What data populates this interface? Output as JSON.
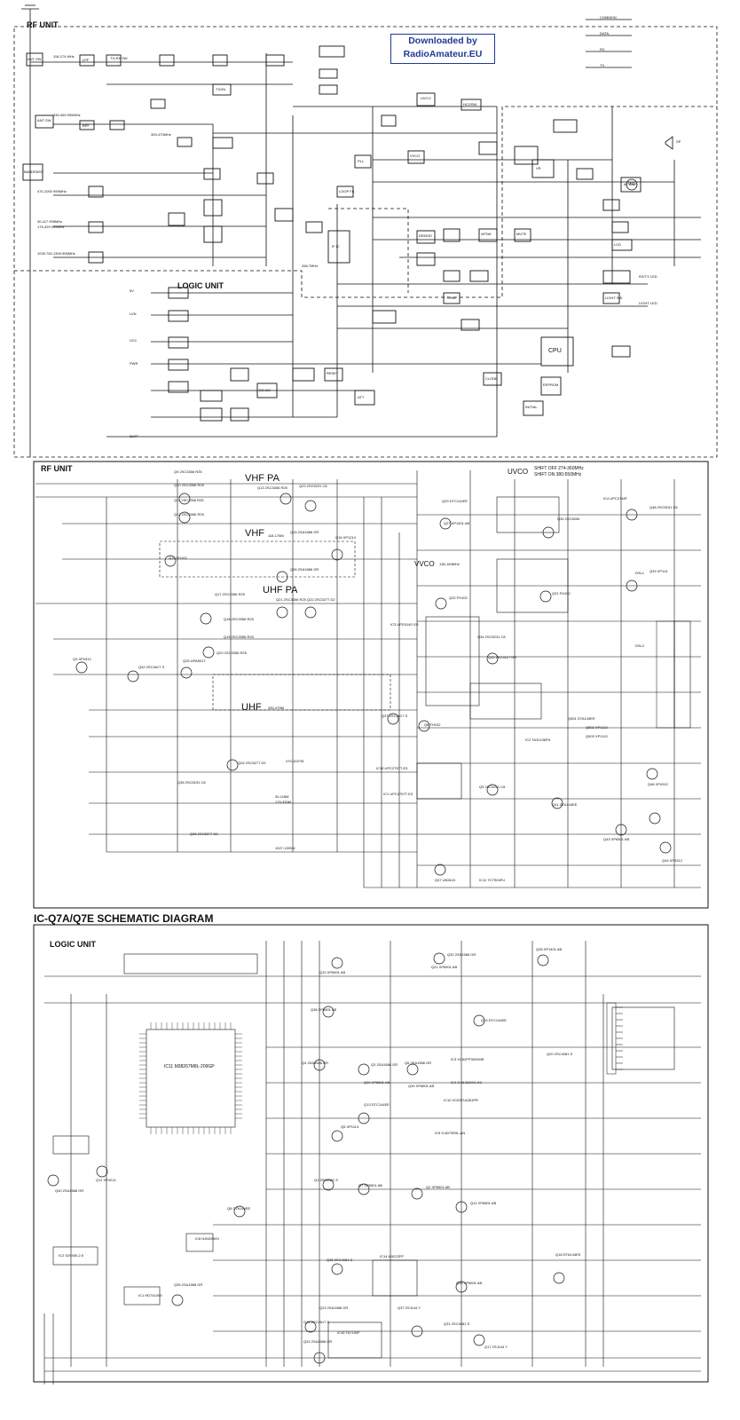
{
  "watermark": {
    "line1": "Downloaded by",
    "line2": "RadioAmateur.EU"
  },
  "block_diagram": {
    "rf_unit_title": "RF UNIT",
    "logic_unit_title": "LOGIC UNIT",
    "legend": [
      "COMMON",
      "DATA",
      "RX",
      "TX"
    ],
    "labels": [
      "ANT SW",
      "LPF",
      "BPF",
      "TX-RX SW",
      "ANT SW",
      "BANDPASS",
      "118-174 MHz",
      "330-469 995MHz",
      "300-470MHz",
      "470-1000 995MHz",
      "30-117 995MHz",
      "175-329 995MHz",
      "1026.700-1300.995MHz",
      "TXON",
      "UVCO",
      "VVCO",
      "HCOSW",
      "PLL",
      "LOOP FIL",
      "IF IC",
      "DEMOD",
      "AFSW",
      "AF AMP",
      "VR",
      "MUTE",
      "CPU",
      "EEPROM",
      "LCD",
      "TONE",
      "RESET",
      "DC-DC",
      "ATT",
      "CLONE",
      "INITIAL",
      "266.7MHz",
      "LIGHT SW",
      "RX/TX LED",
      "LIGHT LED",
      "MIC",
      "SP",
      "5V",
      "LVN",
      "VCC",
      "BATT",
      "PWR"
    ]
  },
  "rf_schematic": {
    "frame_title": "RF UNIT",
    "headings": [
      "VHF PA",
      "VHF",
      "UHF PA",
      "UHF",
      "UVCO",
      "VVCO"
    ],
    "uvco_note": [
      "SHIFT OFF 274-360MHz",
      "SHIFT ON 380-550MHz"
    ],
    "small_labels": [
      "118-175M",
      "330-475M",
      "136-183MHz",
      "470-1027M",
      "30-118M",
      "175-330M",
      "1027-1300M",
      "DSL1",
      "DSL2"
    ],
    "parts": [
      "Q9 2SC3356 R25",
      "Q10 2SC3356 R25",
      "Q11 2SC3356 R25",
      "Q12 2SC3356 R25",
      "Q13 2SC3356 R25",
      "Q23 2SC5231 C8",
      "Q15 2SA1586 GR",
      "Q16 XP1214",
      "Q14 FH102",
      "Q26 2SA1586 GR",
      "Q17 2SC3356 R25",
      "Q18 2SC3356 R25",
      "Q19 2SC3356 R25",
      "Q20 2SC3356 R25",
      "Q21 2SC3356 R25",
      "Q22 2SC5277 D2",
      "Q25 UPA801T",
      "Q42 2SC4617 S",
      "Q3 XP4312",
      "Q24 2SC5277 D2",
      "Q36 2SC5231 C8",
      "Q26 2SC5277 D2",
      "Q29 DTC144EE",
      "Q27 XP1401 AB",
      "Q30 2SC5006",
      "IC4 UPC2748T",
      "Q48 2SC5231 C8",
      "Q32 FH102",
      "Q31 FH102",
      "Q33 XP113",
      "Q34 2SC5231 C8",
      "IC3 UPD3140 GS",
      "Q45 2SC4117 GR",
      "Q37 2SC4617 S",
      "Q6 FH102",
      "IC10 UPC2757T-E3",
      "IC1 UPC2757T-E3",
      "Q5 2SC5231 C8",
      "IC2 TA31136FN",
      "Q501 DTA144EE",
      "Q502 XP1113",
      "Q503 XP1113",
      "Q41 DTA144EE",
      "Q46 XP4312",
      "Q43 XP6501 AB",
      "Q44 XP4312",
      "Q47 UN5115",
      "IC11 TC7S04FU"
    ]
  },
  "logic_schematic": {
    "diagram_title": "IC-Q7A/Q7E SCHEMATIC DIAGRAM",
    "frame_title": "LOGIC UNIT",
    "parts": [
      "IC11 M38267M8L-209GP",
      "Q10 XP6501 AB",
      "Q32 2SA1588 GR",
      "Q21 XP6501 AB",
      "Q28 XP1401 AB",
      "Q38 XP6801 AB",
      "Q19 DTC144EE",
      "Q4 2SA1588 GR",
      "Q6 2SA1588 GR",
      "Q29 XP6801 AB",
      "Q3 2SA1588 GR",
      "Q39 XP6801 AB",
      "IC3 XC62FP3002MR",
      "IC4 S-81332HG-KC",
      "IC10 XC6371A351PR",
      "Q20 2SC4081 S",
      "Q13 DTC144EE",
      "Q5 XP1113",
      "IC5 S-80735SL-AN",
      "Q11 XP4214",
      "Q40 2SA1588 GR",
      "Q1 2SC4081 S",
      "Q7 XP6501 AB",
      "Q2 XP6501 AB",
      "Q12 XP6801 AB",
      "Q8 DTA144EE",
      "IC8 NJM2094V",
      "IC2 S29450-2.5",
      "IC1 HD74LV00",
      "Q35 2SA1588 GR",
      "Q36 2SC4081 S",
      "IC14 M5222FP",
      "Q18 DTA144EE",
      "Q30 XP6501 AB",
      "Q23 2SA1588 GR",
      "Q41 2SC4617 S",
      "Q37 2SJ144 Y",
      "Q31 2SC4081 S",
      "Q17 2SJ144 Y",
      "Q24 2SA1588 GR",
      "IC15 TA7100F"
    ]
  }
}
